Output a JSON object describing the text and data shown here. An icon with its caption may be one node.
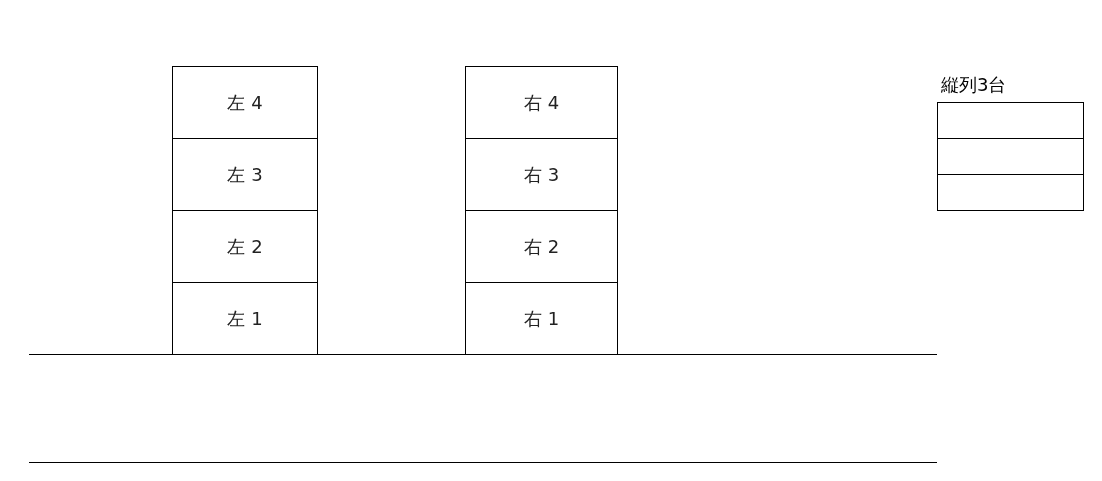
{
  "diagram": {
    "nodes": [
      {
        "text": [
          "左 4"
        ]
      },
      {
        "text": [
          "左 3"
        ]
      },
      {
        "text": [
          "左 2"
        ]
      },
      {
        "text": [
          "左 1"
        ]
      },
      {
        "text": [
          "右 4"
        ]
      },
      {
        "text": [
          "右 3"
        ]
      },
      {
        "text": [
          "右 2"
        ]
      },
      {
        "text": [
          "右 1"
        ]
      },
      {
        "text": [],
        "shape": "box"
      },
      {
        "text": [],
        "shape": "box"
      },
      {
        "text": [],
        "shape": "box"
      }
    ],
    "edges": [],
    "labels": [
      "縦列3台"
    ]
  }
}
